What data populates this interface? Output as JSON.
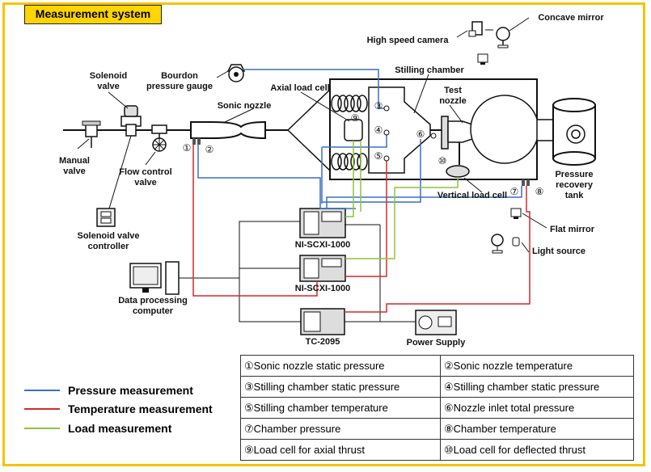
{
  "title": "Measurement system",
  "labels": {
    "solenoid_valve": "Solenoid\nvalve",
    "manual_valve": "Manual\nvalve",
    "flow_control_valve": "Flow control\nvalve",
    "solenoid_valve_controller": "Solenoid valve\ncontroller",
    "bourdon_gauge": "Bourdon\npressure gauge",
    "sonic_nozzle": "Sonic nozzle",
    "axial_load_cell": "Axial load cell",
    "stilling_chamber": "Stilling chamber",
    "test_nozzle": "Test\nnozzle",
    "high_speed_camera": "High speed camera",
    "concave_mirror": "Concave mirror",
    "pressure_recovery_tank": "Pressure\nrecovery\ntank",
    "vertical_load_cell": "Vertical load cell",
    "flat_mirror": "Flat mirror",
    "light_source": "Light source",
    "ni1": "NI-SCXI-1000",
    "ni2": "NI-SCXI-1000",
    "tc": "TC-2095",
    "power_supply": "Power Supply",
    "data_computer": "Data processing\ncomputer"
  },
  "markers": [
    "①",
    "②",
    "③",
    "④",
    "⑤",
    "⑥",
    "⑦",
    "⑧",
    "⑨",
    "⑩"
  ],
  "legend": [
    {
      "label": "Pressure measurement",
      "color": "#3a6fc4"
    },
    {
      "label": "Temperature measurement",
      "color": "#d42a2a"
    },
    {
      "label": "Load measurement",
      "color": "#8fc43a"
    }
  ],
  "table": [
    [
      "①Sonic nozzle static pressure",
      "②Sonic nozzle temperature"
    ],
    [
      "③Stilling chamber static pressure",
      "④Stilling chamber static pressure"
    ],
    [
      "⑤Stilling chamber temperature",
      "⑥Nozzle inlet total pressure"
    ],
    [
      "⑦Chamber pressure",
      "⑧Chamber temperature"
    ],
    [
      "⑨Load cell for axial thrust",
      "⑩Load cell for deflected thrust"
    ]
  ]
}
